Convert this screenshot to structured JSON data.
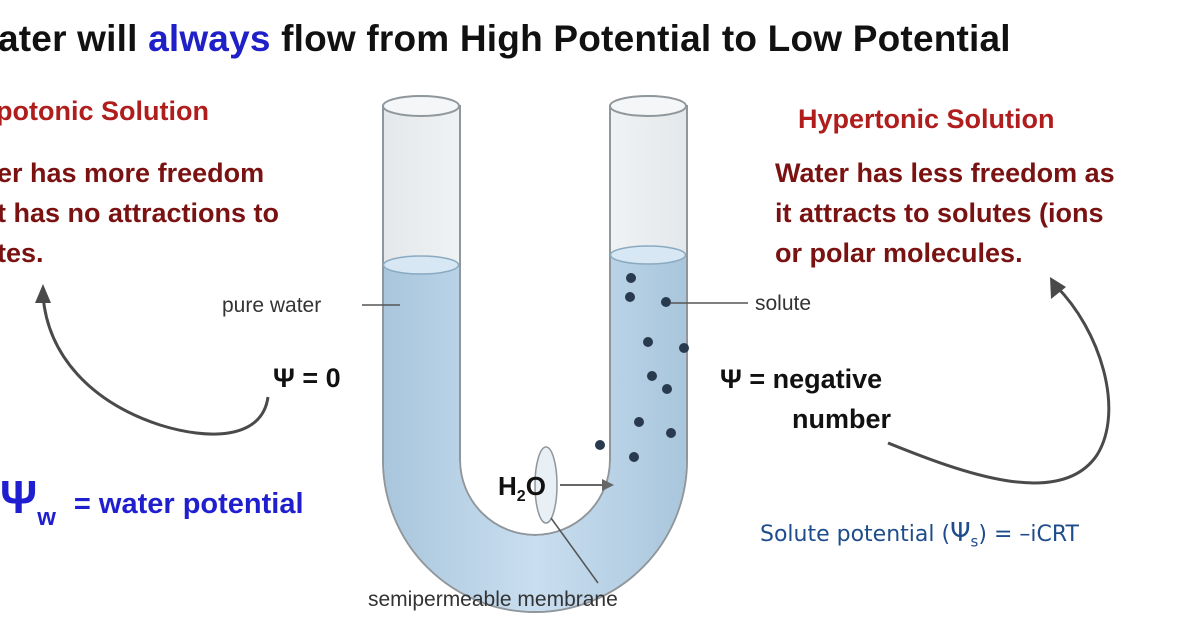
{
  "title": {
    "pre": "ater will ",
    "highlight": "always",
    "post": " flow from High Potential to Low Potential"
  },
  "left": {
    "heading": "potonic Solution",
    "lines": [
      "er has more freedom",
      "t has no attractions to",
      "tes."
    ],
    "psi_label": "Ψ = 0",
    "water_potential": {
      "symbol": "Ψ",
      "subscript": "w",
      "text": "= water potential"
    }
  },
  "right": {
    "heading": "Hypertonic Solution",
    "lines": [
      "Water has less freedom as",
      "it attracts to solutes (ions",
      "or polar molecules."
    ],
    "psi_label_1": "Ψ = negative",
    "psi_label_2": "number",
    "solute_potential": {
      "prefix": "Solute potential (",
      "symbol": "Ψ",
      "subscript": "s",
      "suffix": ") = –iCRT"
    }
  },
  "tube": {
    "pure_water_label": "pure water",
    "solute_label": "solute",
    "h2o_main": "H",
    "h2o_sub": "2",
    "h2o_end": "O",
    "membrane_label": "semipermeable membrane"
  },
  "colors": {
    "title_highlight": "#2020c8",
    "heading_red": "#b01d1d",
    "body_maroon": "#7a1212",
    "water_blue": "#b9d3e6",
    "solute_dot": "#2a3a4e",
    "formula_blue": "#1f4d8c"
  }
}
